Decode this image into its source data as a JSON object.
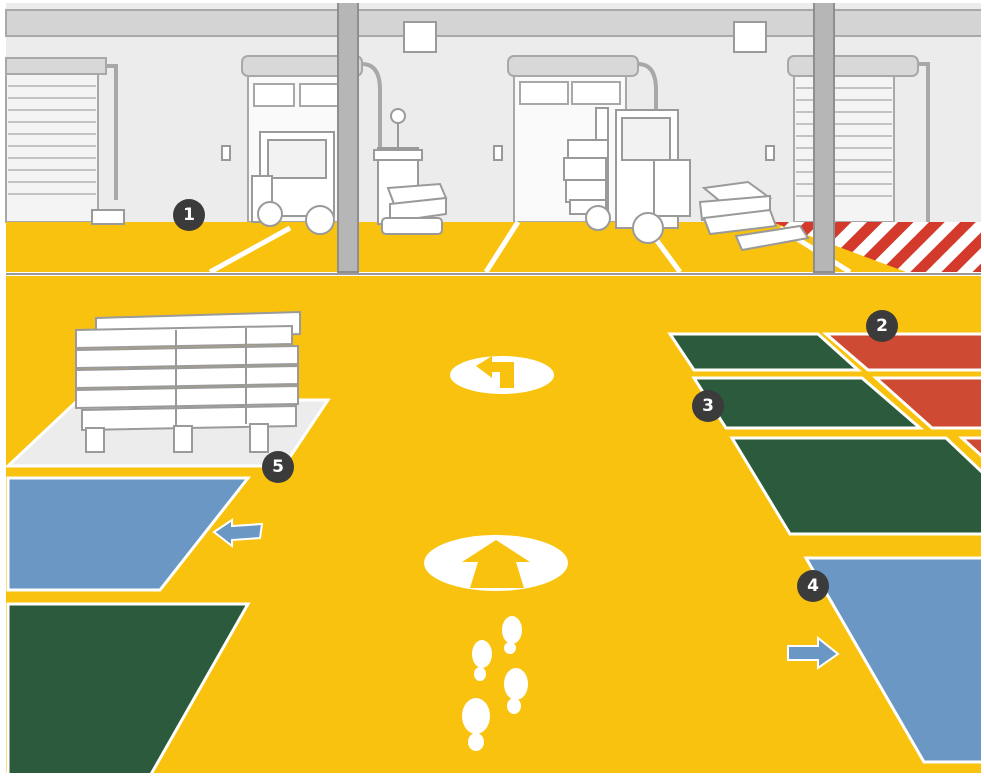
{
  "markers": [
    {
      "id": "1",
      "label": "1"
    },
    {
      "id": "2",
      "label": "2"
    },
    {
      "id": "3",
      "label": "3"
    },
    {
      "id": "4",
      "label": "4"
    },
    {
      "id": "5",
      "label": "5"
    }
  ],
  "colors": {
    "floor": "#f8c20f",
    "wall": "#ececec",
    "zone_green": "#2b5a3c",
    "zone_red": "#cf4a33",
    "zone_blue": "#6a97c4",
    "marker": "#3b3b3b",
    "line": "#ffffff",
    "outline": "#9a9a9a"
  },
  "icons": [
    "forklift-icon",
    "pallet-stack-icon",
    "turn-arrow-icon",
    "straight-arrow-icon",
    "footprint-icon",
    "direction-arrow-icon",
    "hazard-stripes-icon",
    "loading-dock-door-icon"
  ]
}
